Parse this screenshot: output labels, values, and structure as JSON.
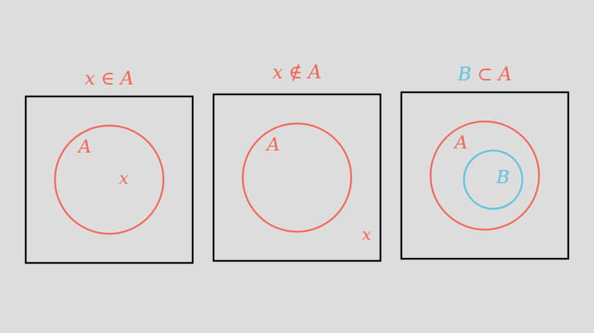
{
  "colors": {
    "background": "#dddddd",
    "frame": "#000000",
    "set_a": "#f2675a",
    "set_b": "#5fc3df"
  },
  "panels": [
    {
      "title": {
        "left": "x",
        "op": "∈",
        "right": "A"
      },
      "circle_a_label": "A",
      "element_label": "x"
    },
    {
      "title": {
        "left": "x",
        "op": "∉",
        "right": "A"
      },
      "circle_a_label": "A",
      "element_label": "x"
    },
    {
      "title": {
        "left": "B",
        "op": "⊂",
        "right": "A"
      },
      "circle_a_label": "A",
      "circle_b_label": "B"
    }
  ]
}
